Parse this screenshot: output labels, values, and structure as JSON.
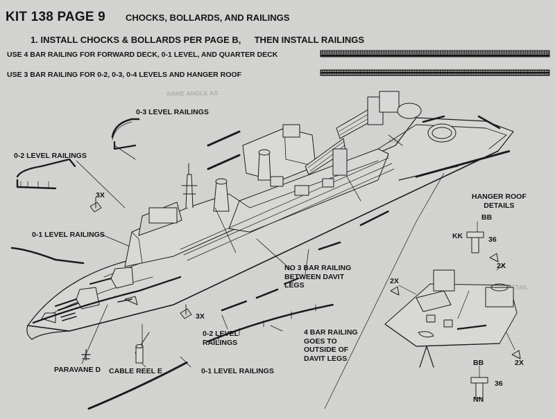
{
  "header": {
    "kit_page": "KIT 138 PAGE 9",
    "title": "CHOCKS, BOLLARDS, AND RAILINGS",
    "step1_a": "1. INSTALL CHOCKS & BOLLARDS PER  PAGE B,",
    "step1_b": "THEN INSTALL RAILINGS"
  },
  "instructions": {
    "railing_4bar": "USE 4 BAR RAILING FOR FORWARD DECK, 0-1 LEVEL, AND QUARTER DECK",
    "railing_3bar": "USE 3 BAR RAILING FOR 0-2, 0-3, 0-4 LEVELS AND HANGER ROOF"
  },
  "callouts": {
    "level_03": "0-3 LEVEL RAILINGS",
    "level_02_top": "0-2 LEVEL RAILINGS",
    "level_01_left": "0-1 LEVEL RAILINGS",
    "qty_3x_a": "3X",
    "qty_3x_b": "3X",
    "no_3bar_1": "NO 3 BAR RAILING",
    "no_3bar_2": "BETWEEN DAVIT",
    "no_3bar_3": "LEGS",
    "level_02_bottom_1": "0-2 LEVEL",
    "level_02_bottom_2": "RAILINGS",
    "bar4_1": "4 BAR RAILING",
    "bar4_2": "GOES  TO",
    "bar4_3": "OUTSIDE OF",
    "bar4_4": "DAVIT LEGS",
    "paravane": "PARAVANE D",
    "cable_reel": "CABLE REEL E",
    "level_01_bottom": "0-1 LEVEL RAILINGS"
  },
  "hanger_details": {
    "title_1": "HANGER ROOF",
    "title_2": "DETAILS",
    "bb_top": "BB",
    "kk": "KK",
    "num_36_top": "36",
    "qty_2x_a": "2X",
    "qty_2x_b": "2X",
    "qty_2x_c": "2X",
    "bb_bottom": "BB",
    "num_36_bottom": "36",
    "nn": "NN"
  }
}
